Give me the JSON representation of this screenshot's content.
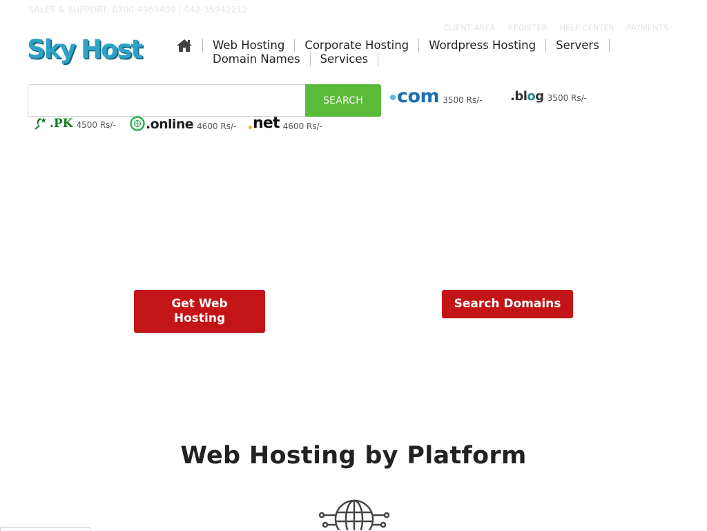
{
  "topbar": {
    "support_text": "SALES & SUPPORT: 0300-4969409 | 042-35942212",
    "links": [
      "CLIENT AREA",
      "REGISTER",
      "HELP CENTER",
      "PAYMENTS"
    ]
  },
  "brand": {
    "logo_text_1": "Sky",
    "logo_text_2": "Host",
    "colors": {
      "logo": "#2fa3c7",
      "logo_shadow": "#1b6a84"
    }
  },
  "nav": {
    "home_icon": "home-icon",
    "row1": [
      "Web Hosting",
      "Corporate Hosting",
      "Wordpress Hosting",
      "Servers"
    ],
    "row2": [
      "Domain Names",
      "Services"
    ]
  },
  "search": {
    "placeholder": "",
    "value": "",
    "button_label": "SEARCH",
    "button_color": "#5aba3a"
  },
  "tlds": {
    "com": {
      "label": ".com",
      "price": "3500 Rs/-"
    },
    "blog": {
      "label": ".blog",
      "price": "3500 Rs/-"
    },
    "pk": {
      "label": ".PK",
      "price": "4500 Rs/-"
    },
    "online": {
      "label": ".online",
      "price": "4600 Rs/-"
    },
    "net": {
      "label": ".net",
      "price": "4600 Rs/-"
    }
  },
  "hero": {
    "cta_hosting": "Get Web Hosting",
    "cta_domains": "Search Domains",
    "cta_color": "#c31517"
  },
  "section": {
    "title": "Web Hosting by Platform",
    "icon": "globe-network-icon"
  }
}
